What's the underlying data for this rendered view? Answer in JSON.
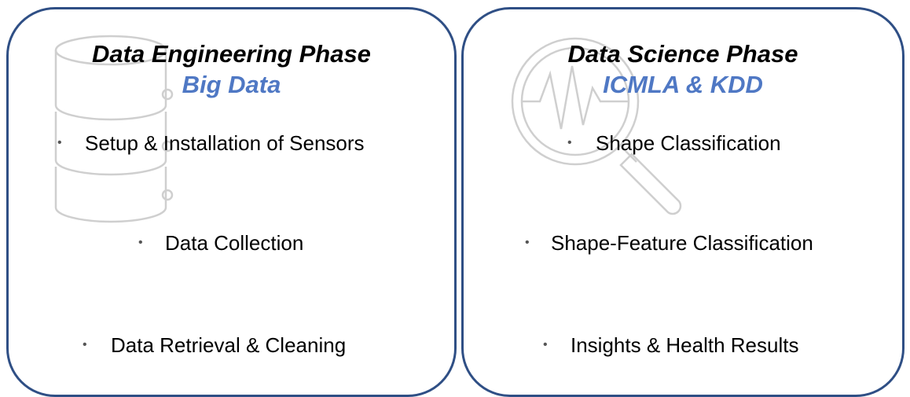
{
  "left_panel": {
    "title": "Data Engineering Phase",
    "subtitle": "Big Data",
    "watermark_icon": "database-icon",
    "items": [
      "Setup & Installation of Sensors",
      "Data Collection",
      "Data Retrieval & Cleaning"
    ]
  },
  "right_panel": {
    "title": "Data Science Phase",
    "subtitle": "ICMLA & KDD",
    "watermark_icon": "magnifier-waveform-icon",
    "items": [
      "Shape Classification",
      "Shape-Feature Classification",
      "Insights & Health Results"
    ]
  },
  "bullet_glyph": "•",
  "colors": {
    "border": "#2f4f85",
    "subtitle": "#4f78c4",
    "text": "#000000"
  }
}
